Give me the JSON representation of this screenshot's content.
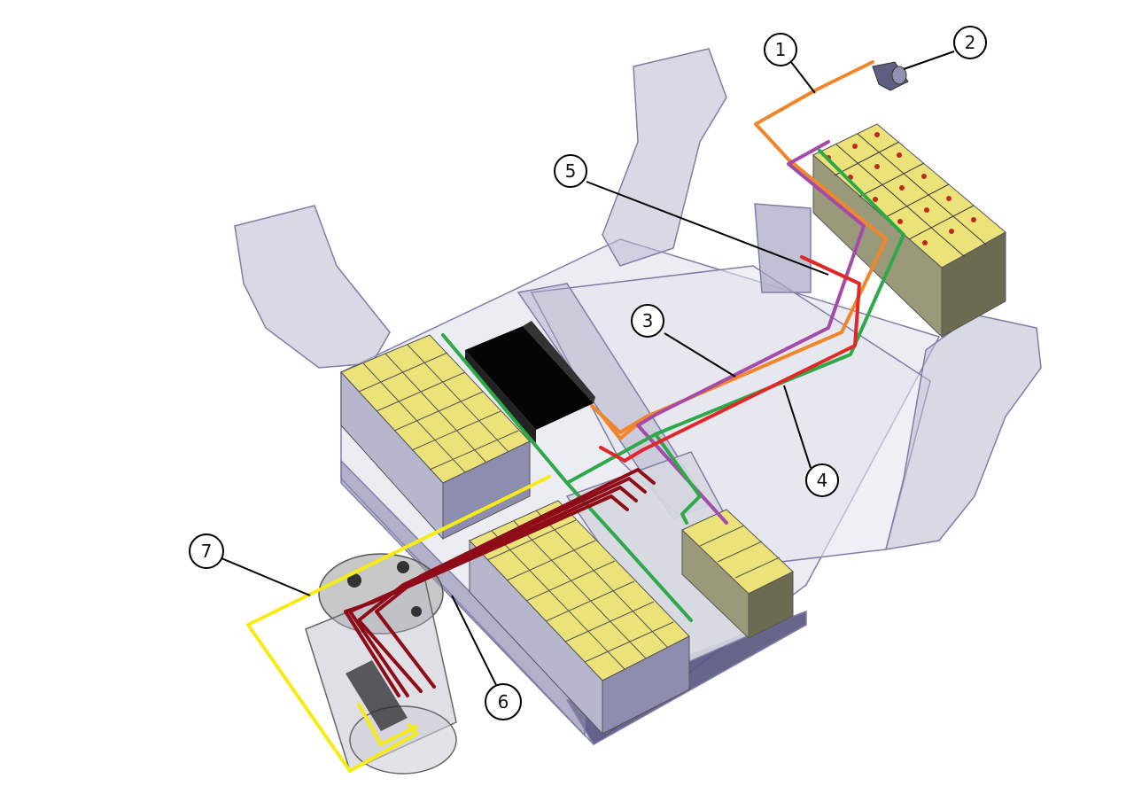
{
  "callouts": [
    {
      "id": "1",
      "label": "1"
    },
    {
      "id": "2",
      "label": "2"
    },
    {
      "id": "3",
      "label": "3"
    },
    {
      "id": "4",
      "label": "4"
    },
    {
      "id": "5",
      "label": "5"
    },
    {
      "id": "6",
      "label": "6"
    },
    {
      "id": "7",
      "label": "7"
    }
  ],
  "colors": {
    "frame": "#7e7ea8",
    "frame_fill": "#c9c9dc",
    "battery_cell": "#ece27a",
    "battery_side": "#8d8db0",
    "wire_orange": "#f0862a",
    "wire_purple": "#a44aa8",
    "wire_green": "#2fa84a",
    "wire_red": "#e02828",
    "wire_darkred": "#8e0c18",
    "wire_yellow": "#f6ec12"
  }
}
